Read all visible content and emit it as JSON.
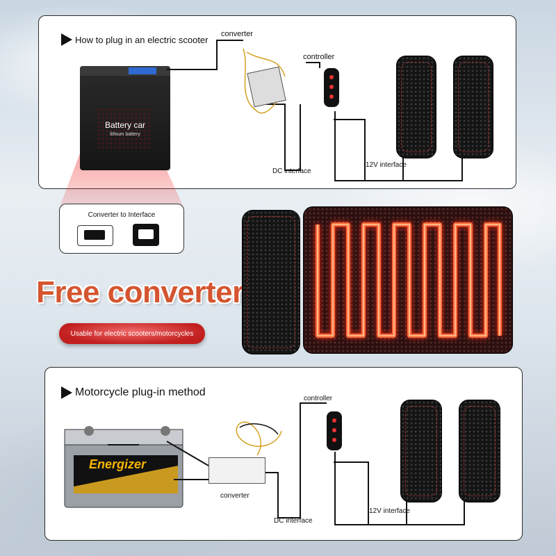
{
  "top_section": {
    "heading": "How to plug in an electric scooter",
    "converter_label": "converter",
    "controller_label": "controller",
    "battery_title": "Battery car",
    "battery_subtitle": "lithium battery",
    "dc_label": "DC interface",
    "v12_label": "12V interface"
  },
  "converter_interface": {
    "title": "Converter to Interface"
  },
  "promo": {
    "title": "Free converter",
    "pill_text": "Usable for electric scooters/motorcycles"
  },
  "bottom_section": {
    "heading": "Motorcycle plug-in method",
    "controller_label": "controller",
    "converter_label": "converter",
    "dc_label": "DC interface",
    "v12_label": "12V interface",
    "battery_brand": "Energizer"
  },
  "colors": {
    "accent_orange": "#d4552f",
    "pill_red": "#c21f1f",
    "heat_glow": "#ff3b1f"
  }
}
